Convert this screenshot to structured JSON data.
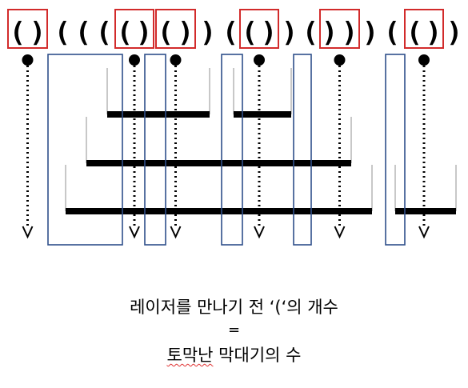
{
  "sequence": [
    "(",
    ")",
    "(",
    "(",
    "(",
    "(",
    ")",
    "(",
    ")",
    ")",
    "(",
    "(",
    ")",
    ")",
    "(",
    ")",
    ")",
    ")",
    "(",
    "(",
    ")",
    ")"
  ],
  "laser_pairs": [
    [
      0,
      1
    ],
    [
      5,
      6
    ],
    [
      7,
      8
    ],
    [
      11,
      12
    ],
    [
      15,
      16
    ],
    [
      19,
      20
    ]
  ],
  "colors": {
    "laser_box": "#d22b2b",
    "piece_box": "#2f4f8a",
    "stick": "#000000",
    "stick_outline": "#c8c8c8",
    "squiggle": "#e03030"
  },
  "caption": {
    "line1": "레이저를 만나기 전 ‘(‘의 개수",
    "line2": "=",
    "line3_a": "토막난",
    "line3_b": " 막대기의 수"
  }
}
